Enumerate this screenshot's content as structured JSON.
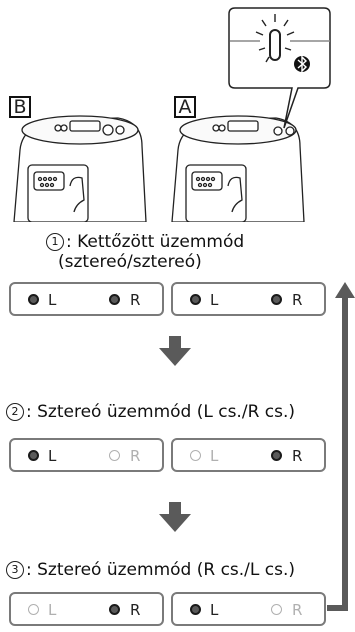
{
  "speakers": {
    "left_box": "B",
    "right_box": "A"
  },
  "modes": [
    {
      "number": "1",
      "caption": ": Kettőzött üzemmód",
      "caption_line2": "(sztereó/sztereó)",
      "left_unit": {
        "L_lit": true,
        "R_lit": true,
        "L": "L",
        "R": "R"
      },
      "right_unit": {
        "L_lit": true,
        "R_lit": true,
        "L": "L",
        "R": "R"
      }
    },
    {
      "number": "2",
      "caption": ": Sztereó üzemmód (L cs./R cs.)",
      "left_unit": {
        "L_lit": true,
        "R_lit": false,
        "L": "L",
        "R": "R"
      },
      "right_unit": {
        "L_lit": false,
        "R_lit": true,
        "L": "L",
        "R": "R"
      }
    },
    {
      "number": "3",
      "caption": ": Sztereó üzemmód (R cs./L cs.)",
      "left_unit": {
        "L_lit": false,
        "R_lit": true,
        "L": "L",
        "R": "R"
      },
      "right_unit": {
        "L_lit": true,
        "R_lit": false,
        "L": "L",
        "R": "R"
      }
    }
  ],
  "icons": {
    "bluetooth": "bluetooth-icon",
    "arrow_down": "arrow-down-icon",
    "return_arrow": "return-arrow-icon"
  },
  "colors": {
    "border": "#7a7a7a",
    "lit": "#5a5a5a",
    "unlit": "#b0b0b0"
  }
}
